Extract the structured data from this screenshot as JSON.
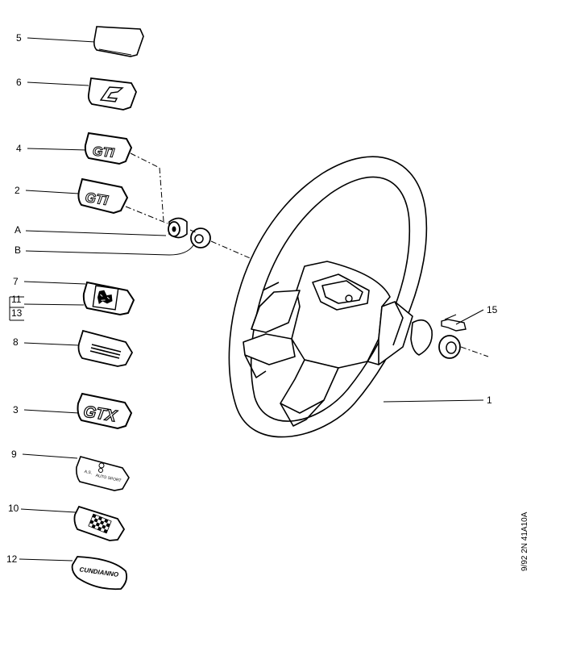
{
  "callouts": {
    "c5": "5",
    "c6": "6",
    "c4": "4",
    "c2": "2",
    "cA": "A",
    "cB": "B",
    "c7": "7",
    "c11": "11",
    "c13": "13",
    "c8": "8",
    "c3": "3",
    "c9": "9",
    "c10": "10",
    "c12": "12",
    "c15": "15",
    "c1": "1"
  },
  "badges": {
    "gti_a": "GTI",
    "gti_b": "GTI",
    "gtx": "GTX",
    "wording": "CUNDIANNO",
    "tiny_line1": "A.S.",
    "tiny_line2": "AUTO SPORT"
  },
  "margin_code": "9/92  2N  41A10A"
}
